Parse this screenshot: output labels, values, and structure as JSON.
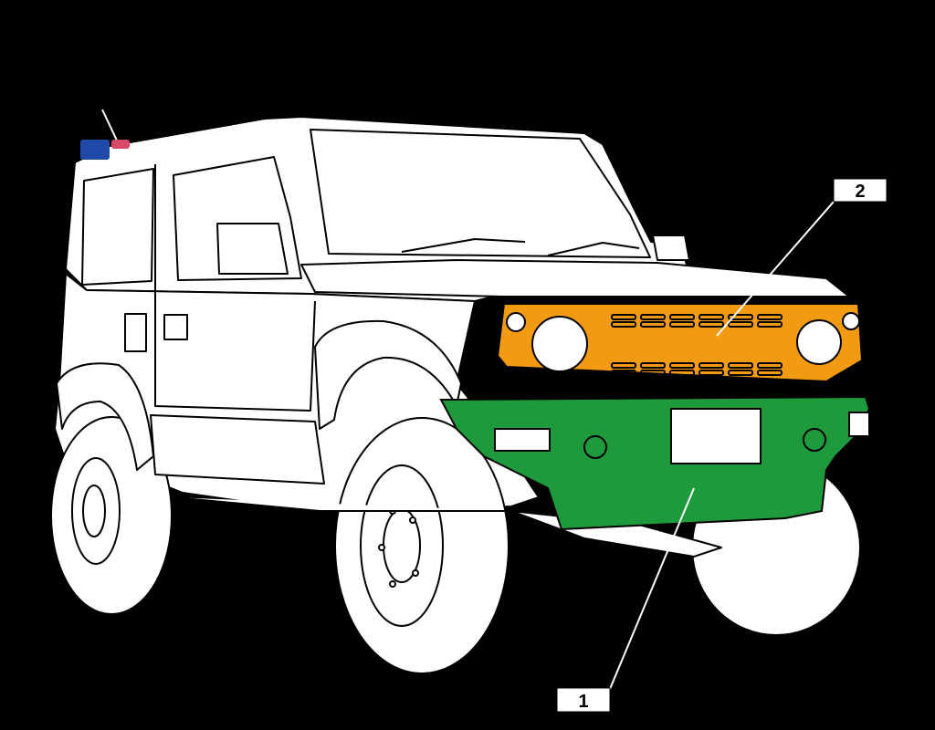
{
  "diagram": {
    "background_color": "#000000",
    "outline_color": "#000000",
    "body_color": "#ffffff",
    "callouts": [
      {
        "id": "front-bumper",
        "label": "1",
        "highlight_color": "#1e9a3c"
      },
      {
        "id": "front-grille",
        "label": "2",
        "highlight_color": "#f39a13"
      }
    ],
    "accent_colors": {
      "roof_light_blue": "#1f4aa8",
      "roof_light_red": "#d94a6a"
    }
  }
}
